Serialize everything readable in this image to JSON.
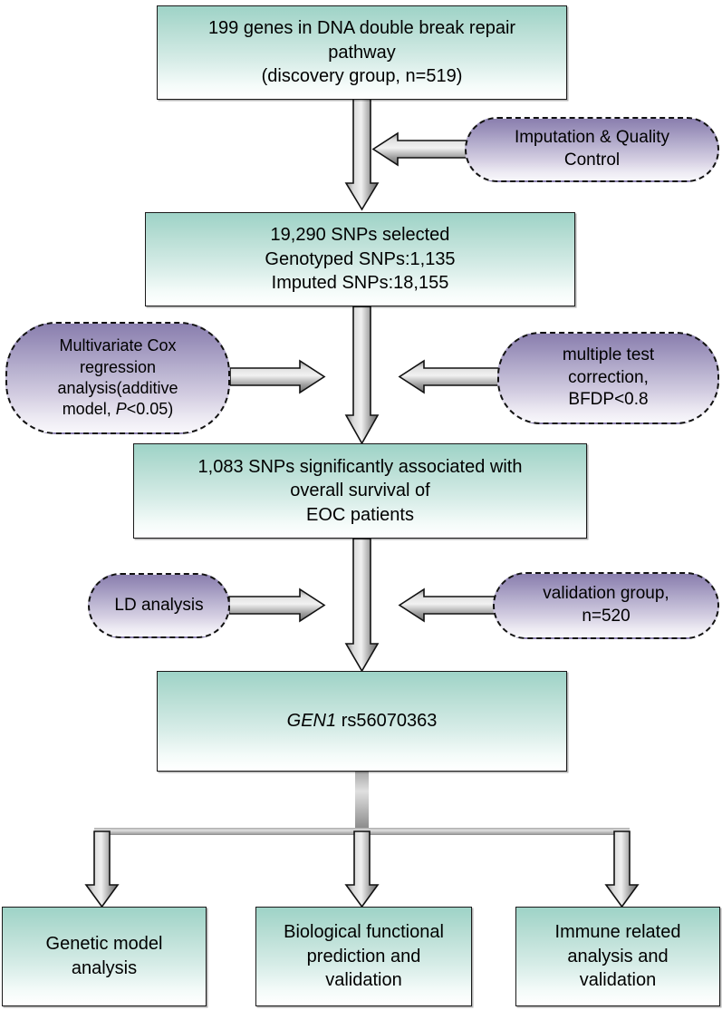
{
  "diagram": {
    "title": "DNA double break repair pathway SNP analysis workflow",
    "colors": {
      "process_fill_top": "#9ed3c7",
      "process_fill_bottom": "#ffffff",
      "annotation_fill_top": "#8a7fae",
      "annotation_fill_bottom": "#f8f7fb",
      "arrow_light": "#e6e6e6",
      "arrow_dark": "#6e6e6e",
      "stroke": "#111111"
    },
    "process_boxes": [
      {
        "id": "genes-box",
        "lines": [
          "199 genes in DNA double break repair",
          "pathway",
          "(discovery group, n=519)"
        ]
      },
      {
        "id": "snps-selected-box",
        "lines": [
          "19,290 SNPs selected",
          "Genotyped SNPs:1,135",
          "Imputed SNPs:18,155"
        ]
      },
      {
        "id": "snps-significant-box",
        "lines": [
          "1,083 SNPs significantly associated with",
          "overall survival of",
          "EOC patients"
        ]
      },
      {
        "id": "gene-result-box",
        "gene": "GEN1",
        "rsid": "rs56070363"
      },
      {
        "id": "genetic-model-box",
        "lines": [
          "Genetic model",
          "analysis"
        ]
      },
      {
        "id": "biological-function-box",
        "lines": [
          "Biological functional",
          "prediction and",
          "validation"
        ]
      },
      {
        "id": "immune-related-box",
        "lines": [
          "Immune related",
          "analysis and",
          "validation"
        ]
      }
    ],
    "annotation_boxes": [
      {
        "id": "imputation-qc-box",
        "lines": [
          "Imputation & Quality",
          "Control"
        ]
      },
      {
        "id": "cox-regression-box",
        "line1": "Multivariate Cox",
        "line2": "regression",
        "line3": "analysis(additive",
        "line4_italic": "P",
        "line4_prefix": "model, ",
        "line4_suffix": "<0.05)"
      },
      {
        "id": "multiple-test-box",
        "lines": [
          "multiple test",
          "correction,",
          "BFDP<0.8"
        ]
      },
      {
        "id": "ld-analysis-box",
        "lines": [
          "LD analysis"
        ]
      },
      {
        "id": "validation-group-box",
        "lines": [
          "validation group,",
          "n=520"
        ]
      }
    ]
  }
}
